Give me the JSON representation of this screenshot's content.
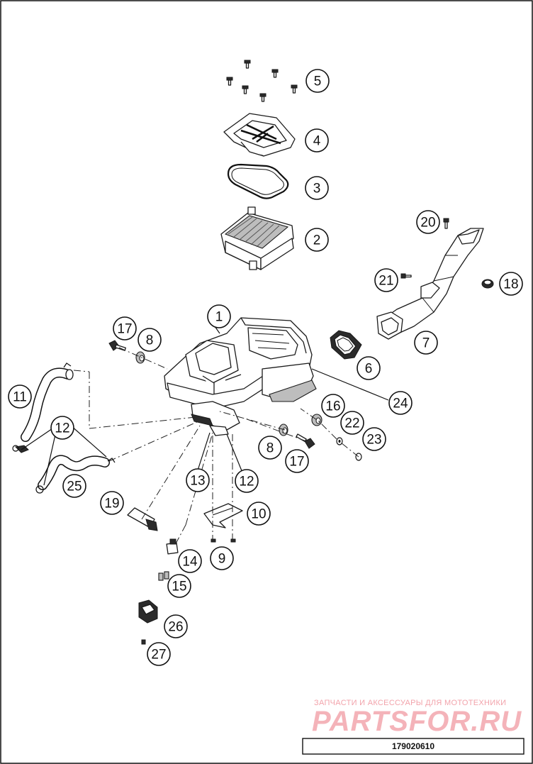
{
  "diagram": {
    "callouts": [
      {
        "id": "1",
        "label": "1"
      },
      {
        "id": "2",
        "label": "2"
      },
      {
        "id": "3",
        "label": "3"
      },
      {
        "id": "4",
        "label": "4"
      },
      {
        "id": "5",
        "label": "5"
      },
      {
        "id": "6",
        "label": "6"
      },
      {
        "id": "7",
        "label": "7"
      },
      {
        "id": "8a",
        "label": "8"
      },
      {
        "id": "8b",
        "label": "8"
      },
      {
        "id": "9",
        "label": "9"
      },
      {
        "id": "10",
        "label": "10"
      },
      {
        "id": "11",
        "label": "11"
      },
      {
        "id": "12a",
        "label": "12"
      },
      {
        "id": "12b",
        "label": "12"
      },
      {
        "id": "13",
        "label": "13"
      },
      {
        "id": "14",
        "label": "14"
      },
      {
        "id": "15",
        "label": "15"
      },
      {
        "id": "16",
        "label": "16"
      },
      {
        "id": "17a",
        "label": "17"
      },
      {
        "id": "17b",
        "label": "17"
      },
      {
        "id": "18",
        "label": "18"
      },
      {
        "id": "19",
        "label": "19"
      },
      {
        "id": "20",
        "label": "20"
      },
      {
        "id": "21",
        "label": "21"
      },
      {
        "id": "22",
        "label": "22"
      },
      {
        "id": "23",
        "label": "23"
      },
      {
        "id": "24",
        "label": "24"
      },
      {
        "id": "25",
        "label": "25"
      },
      {
        "id": "26",
        "label": "26"
      },
      {
        "id": "27",
        "label": "27"
      }
    ],
    "drawing_number": "179020610"
  },
  "watermark": {
    "tagline": "ЗАПЧАСТИ И АКСЕССУАРЫ ДЛЯ МОТОТЕХНИКИ",
    "logo": "PARTSFOR.RU"
  },
  "colors": {
    "line": "#111111",
    "watermark": "#f4b3b9"
  }
}
